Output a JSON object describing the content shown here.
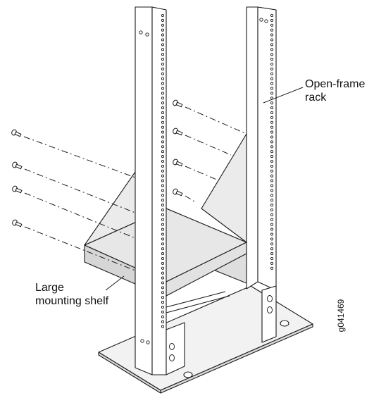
{
  "labels": {
    "rack_line1": "Open-frame",
    "rack_line2": "rack",
    "shelf_line1": "Large",
    "shelf_line2": "mounting shelf",
    "figure_id": "g041469"
  },
  "colors": {
    "line": "#1a1a1a",
    "shelf_fill": "#e7e7e7",
    "base_fill": "#f2f2f2",
    "post_fill": "#ffffff"
  },
  "icons": [
    "mounting-screw-icon",
    "mounting-hole-icon"
  ]
}
